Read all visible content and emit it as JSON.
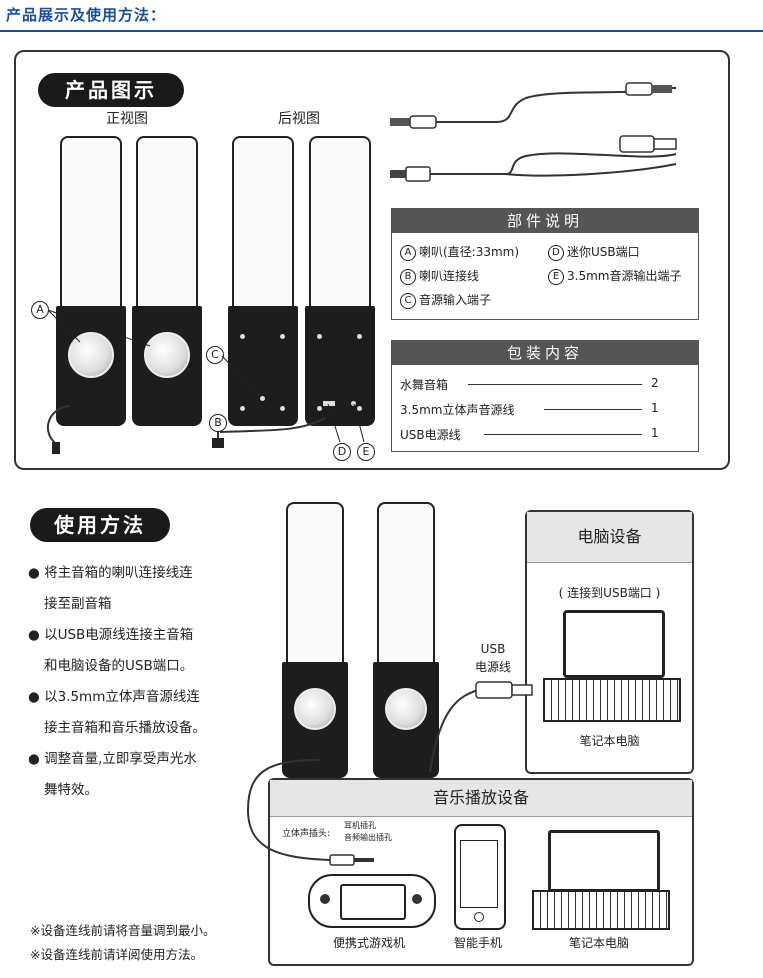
{
  "header": {
    "title": "产品展示及使用方法："
  },
  "product": {
    "pill": "产品图示",
    "front_label": "正视图",
    "back_label": "后视图",
    "callouts": {
      "a": "A",
      "b": "B",
      "c": "C",
      "d": "D",
      "e": "E"
    }
  },
  "parts": {
    "heading": "部件说明",
    "items": [
      {
        "mark": "A",
        "text": "喇叭(直径:33mm)"
      },
      {
        "mark": "D",
        "text": "迷你USB端口"
      },
      {
        "mark": "B",
        "text": "喇叭连接线"
      },
      {
        "mark": "E",
        "text": "3.5mm音源输出端子"
      },
      {
        "mark": "C",
        "text": "音源输入端子"
      }
    ]
  },
  "package": {
    "heading": "包装内容",
    "items": [
      {
        "name": "水舞音箱",
        "qty": "2"
      },
      {
        "name": "3.5mm立体声音源线",
        "qty": "1"
      },
      {
        "name": "USB电源线",
        "qty": "1"
      }
    ]
  },
  "usage": {
    "pill": "使用方法",
    "lines": [
      "● 将主音箱的喇叭连接线连",
      "接至副音箱",
      "● 以USB电源线连接主音箱",
      "和电脑设备的USB端口。",
      "● 以3.5mm立体声音源线连",
      "接主音箱和音乐播放设备。",
      "● 调整音量,立即享受声光水",
      "舞特效。"
    ]
  },
  "computer": {
    "heading": "电脑设备",
    "subtitle": "( 连接到USB端口 )",
    "caption": "笔记本电脑"
  },
  "usb_cable": {
    "line1": "USB",
    "line2": "电源线"
  },
  "music": {
    "heading": "音乐播放设备",
    "jack_label": "立体声插头:",
    "jack_note1": "耳机插孔",
    "jack_note2": "音频输出插孔",
    "devices": [
      "便携式游戏机",
      "智能手机",
      "笔记本电脑"
    ]
  },
  "notes": [
    "※设备连线前请将音量调到最小。",
    "※设备连线前请详阅使用方法。"
  ]
}
